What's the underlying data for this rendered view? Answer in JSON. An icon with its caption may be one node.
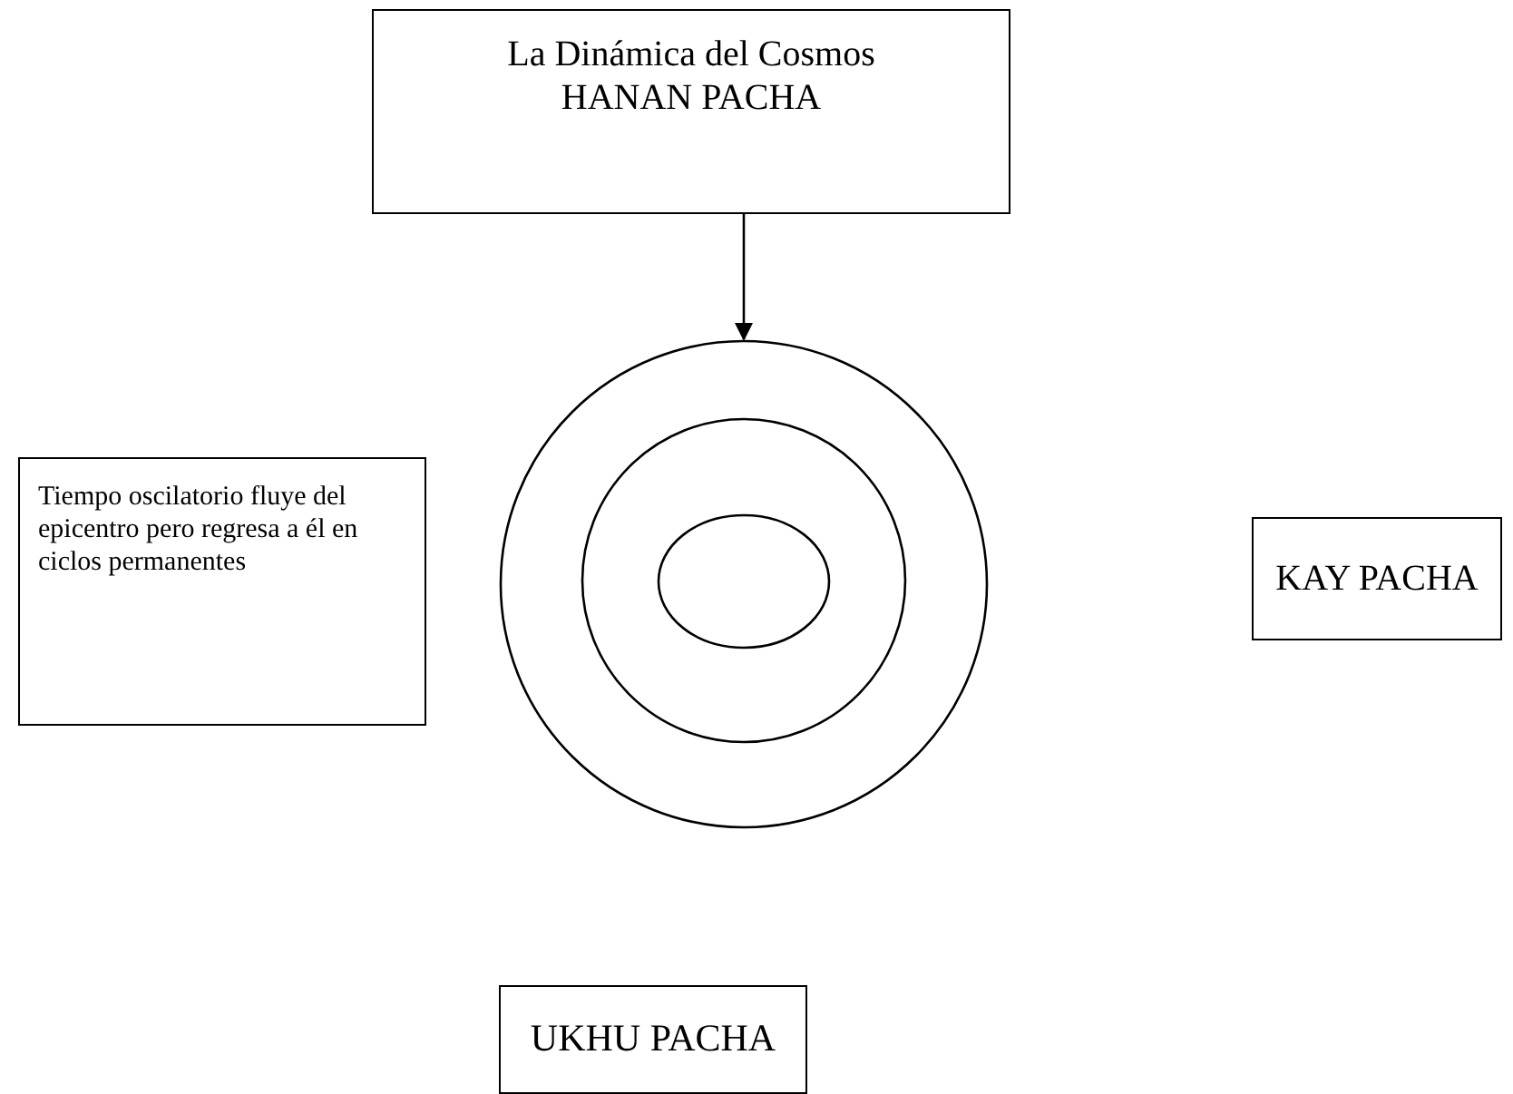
{
  "diagram": {
    "nodes": [
      {
        "text": [
          "La Dinámica del Cosmos",
          "HANAN PACHA"
        ]
      },
      {
        "text": [
          "Tiempo oscilatorio fluye del epicentro pero regresa a él en ciclos permanentes"
        ]
      },
      {
        "text": [],
        "shape": "circle"
      },
      {
        "text": [],
        "shape": "circle",
        "in": 2
      },
      {
        "text": [],
        "shape": "circle",
        "in": 3
      },
      {
        "text": [
          "KAY PACHA"
        ]
      },
      {
        "text": [
          "UKHU PACHA"
        ]
      }
    ],
    "edges": [
      {
        "from": 0,
        "to": 2,
        "arrow": "to"
      }
    ]
  }
}
